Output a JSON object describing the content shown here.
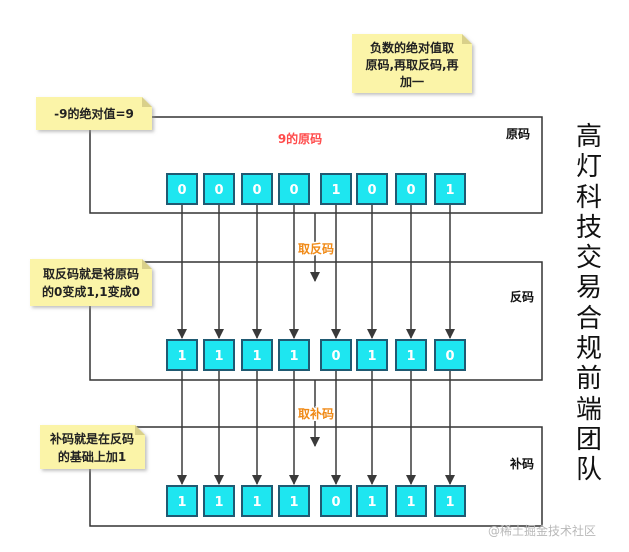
{
  "notes": {
    "negate_note": [
      "负数的绝对值取",
      "原码,再取反码,再",
      "加一"
    ],
    "abs_note": "-9的绝对值=9",
    "invert_note": [
      "取反码就是将原码",
      "的0变成1,1变成0"
    ],
    "complement_note": [
      "补码就是在反码",
      "的基础上加1"
    ]
  },
  "panels": {
    "original": {
      "label": "原码",
      "title": "9的原码",
      "bits": [
        "0",
        "0",
        "0",
        "0",
        "1",
        "0",
        "0",
        "1"
      ]
    },
    "ones": {
      "label": "反码",
      "bits": [
        "1",
        "1",
        "1",
        "1",
        "0",
        "1",
        "1",
        "0"
      ]
    },
    "twos": {
      "label": "补码",
      "bits": [
        "1",
        "1",
        "1",
        "1",
        "0",
        "1",
        "1",
        "1"
      ]
    }
  },
  "steps": {
    "invert": "取反码",
    "complement": "取补码"
  },
  "vertical_title": [
    "高",
    "灯",
    "科",
    "技",
    "交",
    "易",
    "合",
    "规",
    "前",
    "端",
    "团",
    "队"
  ],
  "watermark": "@稀土掘金技术社区",
  "colors": {
    "bit_fill": "#1ee6f0",
    "bit_stroke": "#205a72",
    "note_fill": "#fbf4a8",
    "title_red": "#ff4b4b",
    "step_orange": "#f08a17"
  }
}
